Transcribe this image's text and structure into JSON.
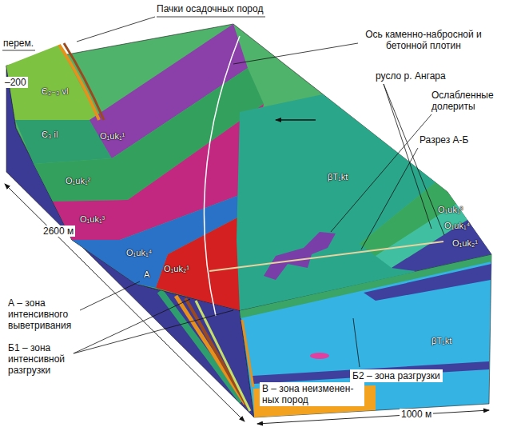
{
  "diagram": {
    "labels": [
      "Пачки осадочных пород",
      "перем.",
      "Є₂₋₃ vl",
      "Є₃ il",
      "O₁uk₁¹",
      "O₁uk₁²",
      "O₁uk₁³",
      "O₁uk₁⁴",
      "А",
      "O₁uk₂¹",
      "βT₁kt",
      "O₁uk₁³",
      "O₁uk₁⁴",
      "O₁uk₂¹",
      "βT₁kt",
      "Ось каменно-набросной и бетонной плотин",
      "русло р. Ангара",
      "Ослабленные долериты",
      "Разрез А-Б",
      "А – зона интенсивного выветривания",
      "Б1 – зона интенсивной разгрузки",
      "Б2 – зона разгрузки",
      "В – зона неизменен- ных пород",
      "–200",
      "2600 м",
      "1000 м"
    ]
  }
}
